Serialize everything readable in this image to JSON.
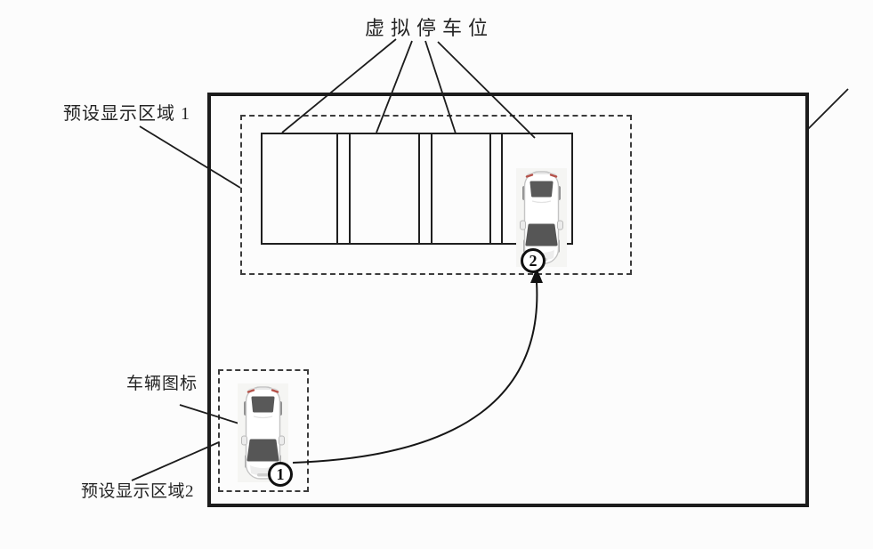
{
  "labels": {
    "virtual_parking_slot": "虚拟停车位",
    "preset_display_area_1": "预设显示区域 1",
    "vehicle_icon": "车辆图标",
    "preset_display_area_2": "预设显示区域2"
  },
  "markers": {
    "start_position": "1",
    "end_position": "2"
  },
  "parking_row": {
    "slot_count": 4,
    "occupied_slot": 4
  },
  "colors": {
    "line": "#1c1c1c",
    "background": "#fcfcfc",
    "car_body": "#ffffff",
    "car_window_tint": "#595959",
    "tail_light_red": "#b5524a"
  }
}
